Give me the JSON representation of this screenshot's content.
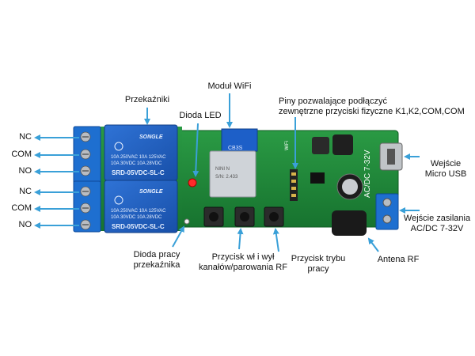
{
  "labels": {
    "relays": "Przekaźniki",
    "led": "Dioda LED",
    "wifi_module": "Moduł WiFi",
    "pins_line1": "Piny pozwalające podłączyć",
    "pins_line2": "zewnętrzne przyciski fizyczne K1,K2,COM,COM",
    "usb_line1": "Wejście",
    "usb_line2": "Micro USB",
    "power_line1": "Wejście zasilania",
    "power_line2": "AC/DC 7-32V",
    "antenna": "Antena RF",
    "mode_line1": "Przycisk trybu",
    "mode_line2": "pracy",
    "onoff_line1": "Przycisk wł i wył",
    "onoff_line2": "kanałów/parowania RF",
    "relay_diode_line1": "Dioda pracy",
    "relay_diode_line2": "przekaźnika"
  },
  "terminals": [
    "NC",
    "COM",
    "NO",
    "NC",
    "COM",
    "NO"
  ],
  "board": {
    "relay_brand": "SONGLE",
    "relay_model": "SRD-05VDC-SL-C",
    "relay_spec1": "10A 250VAC  10A 125VAC",
    "relay_spec2": "10A 30VDC  10A 28VDC",
    "module_code": "CB3S",
    "wifi_mark": "WiFi",
    "voltage_mark": "AC/DC 7-32V",
    "module_text1": "NINI N",
    "module_text2": "S/N: 2.433"
  },
  "colors": {
    "pcb": "#1f8a3a",
    "relay": "#1f5fc4",
    "terminal": "#1e6fd0",
    "arrow": "#3aa0d8"
  }
}
